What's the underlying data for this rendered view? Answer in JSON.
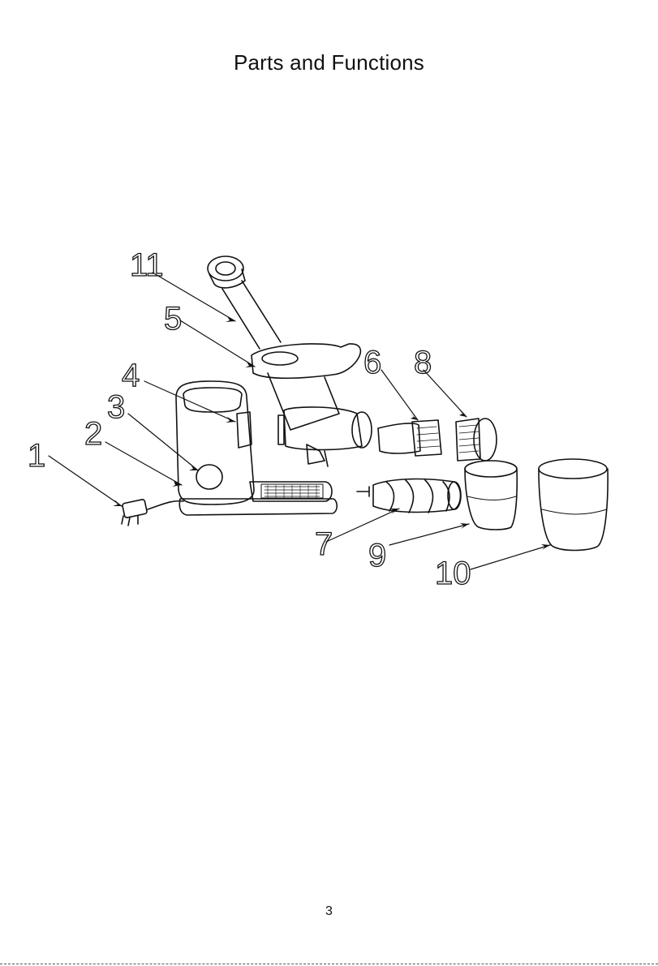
{
  "document": {
    "title": "Parts and Functions",
    "page_number": "3"
  },
  "diagram": {
    "callouts": [
      "1",
      "2",
      "3",
      "4",
      "5",
      "6",
      "7",
      "8",
      "9",
      "10",
      "11"
    ],
    "line_color": "#111111"
  }
}
